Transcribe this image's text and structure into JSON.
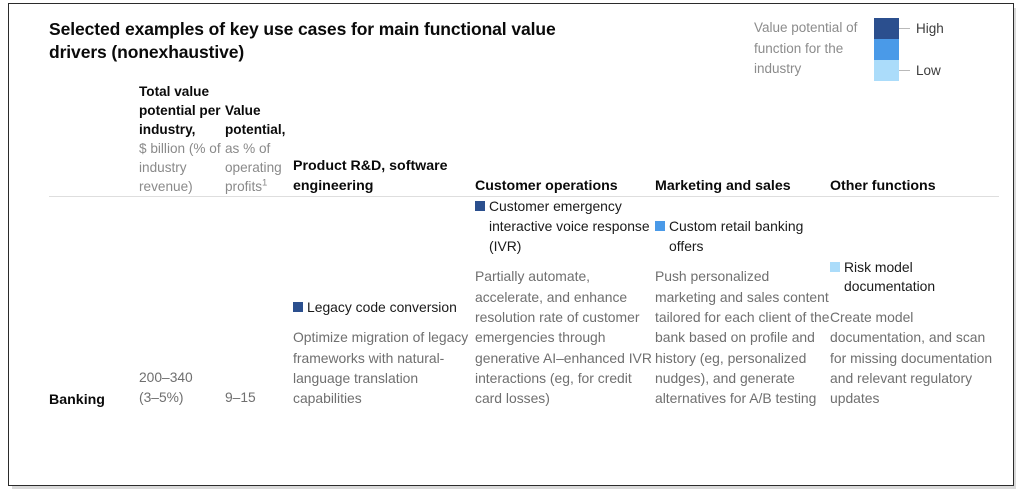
{
  "title": "Selected examples of key use cases for main functional value drivers (nonexhaustive)",
  "legend": {
    "caption": "Value potential of function for the industry",
    "high_label": "High",
    "low_label": "Low",
    "colors": {
      "high": "#2b4f8e",
      "mid": "#4a9ae8",
      "low": "#abdcfa"
    }
  },
  "headers": {
    "row_label": "",
    "total_value_bold": "Total value potential per industry,",
    "total_value_soft": "$ billion (% of industry revenue)",
    "value_pct_bold": "Value potential,",
    "value_pct_soft": "as % of operating profits",
    "value_pct_footnote": "1",
    "categories": [
      "Product R&D, software engineering",
      "Customer operations",
      "Marketing and sales",
      "Other functions"
    ]
  },
  "rows": [
    {
      "label": "Banking",
      "total_value": "200–340",
      "total_value_pct": "(3–5%)",
      "value_pct": "9–15",
      "cells": [
        {
          "swatch": "#2b4f8e",
          "heading": "Legacy code conversion",
          "body": "Optimize migration of legacy frameworks with natural-language translation capabilities"
        },
        {
          "swatch": "#2b4f8e",
          "heading": "Customer emergency interactive voice response (IVR)",
          "body": "Partially automate, accelerate, and enhance resolution rate of customer emergencies through generative AI–enhanced IVR interactions (eg, for credit card losses)"
        },
        {
          "swatch": "#4a9ae8",
          "heading": "Custom retail banking offers",
          "body": "Push personalized marketing and sales content tailored for each client of the bank based on profile and history (eg, personalized nudges), and generate alternatives for A/B testing"
        },
        {
          "swatch": "#abdcfa",
          "heading": "Risk model documentation",
          "body": "Create model documentation, and scan for missing documentation and relevant regulatory updates"
        }
      ]
    }
  ]
}
